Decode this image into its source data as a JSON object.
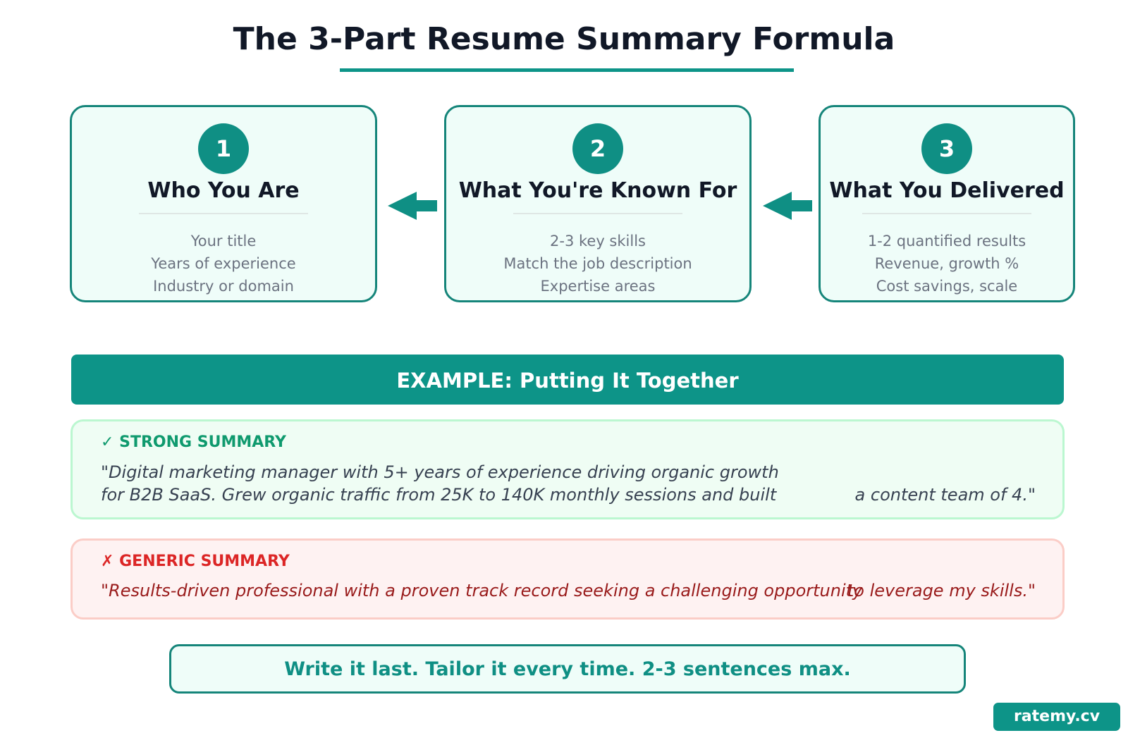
{
  "title": "The 3-Part Resume Summary Formula",
  "colors": {
    "accent": "#0d9488",
    "card_bg": "#effdf9",
    "strong_bg": "#effdf4",
    "strong_text": "#0f9a6e",
    "generic_bg": "#fef2f2",
    "generic_text": "#dc2626"
  },
  "steps": [
    {
      "number": "1",
      "title": "Who You Are",
      "lines": [
        "Your title",
        "Years of experience",
        "Industry or domain"
      ]
    },
    {
      "number": "2",
      "title": "What You're Known For",
      "lines": [
        "2-3 key skills",
        "Match the job description",
        "Expertise areas"
      ]
    },
    {
      "number": "3",
      "title": "What You Delivered",
      "lines": [
        "1-2 quantified results",
        "Revenue, growth %",
        "Cost savings, scale"
      ]
    }
  ],
  "connector_icon": "arrow-left-icon",
  "example": {
    "heading": "EXAMPLE: Putting It Together",
    "strong": {
      "icon": "check-icon",
      "mark": "✓",
      "label": "STRONG SUMMARY",
      "line1": "\"Digital marketing manager with 5+ years of experience driving organic growth",
      "line2": "for B2B SaaS. Grew organic traffic from 25K to 140K monthly sessions and built",
      "line2_tail": "a content team of 4.\""
    },
    "generic": {
      "icon": "cross-icon",
      "mark": "✗",
      "label": "GENERIC SUMMARY",
      "line1": "\"Results-driven professional with a proven track record seeking a challenging opportunity",
      "line1_tail": "to leverage my skills.\""
    }
  },
  "tip": "Write it last. Tailor it every time. 2-3 sentences max.",
  "brand": "ratemy.cv"
}
